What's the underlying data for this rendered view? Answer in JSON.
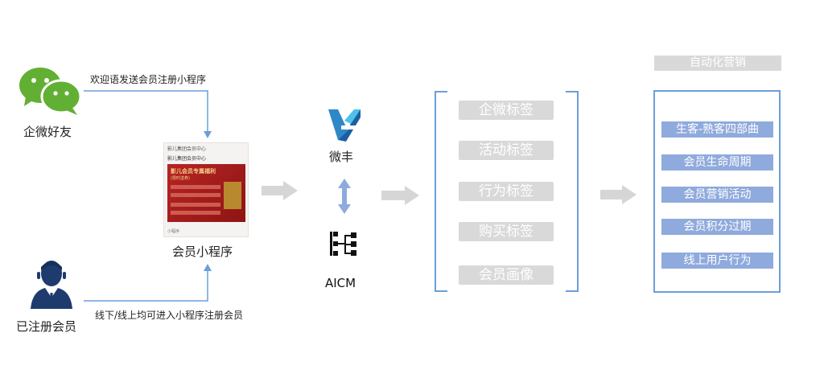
{
  "left": {
    "wechat_label": "企微好友",
    "member_label": "已注册会员",
    "welcome_text": "欢迎语发送会员注册小程序",
    "offline_text": "线下/线上均可进入小程序注册会员",
    "mini_program_label": "会员小程序",
    "wechat_color": "#62b033",
    "member_color": "#1e3b6d"
  },
  "mini_program_card": {
    "header": "影儿集团会员中心",
    "name": "影儿集团会员中心",
    "poster_title": "影儿会员专属福利",
    "poster_sub": "(限时送券)",
    "footer": "小程序"
  },
  "center": {
    "weifeng_label": "微丰",
    "aicm_label": "AICM",
    "weifeng_colors": [
      "#2e88c6",
      "#1b5fa3",
      "#4fc1e8"
    ],
    "arrow_color": "#d6d6d6"
  },
  "tags": [
    "企微标签",
    "活动标签",
    "行为标签",
    "购买标签",
    "会员画像"
  ],
  "marketing": {
    "title": "自动化营销",
    "items": [
      "生客-熟客四部曲",
      "会员生命周期",
      "会员营销活动",
      "会员积分过期",
      "线上用户行为"
    ],
    "accent": "#8faadc",
    "border": "#6a9fd8"
  }
}
